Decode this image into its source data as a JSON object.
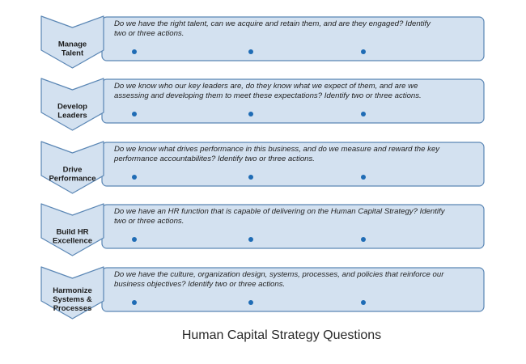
{
  "colors": {
    "chevron_fill": "#d3e1f0",
    "chevron_stroke": "#5b87b5",
    "box_fill": "#d3e1f0",
    "box_stroke": "#5b87b5",
    "bullet": "#1f6cb5",
    "text": "#1f1f1f"
  },
  "steps": [
    {
      "label_lines": [
        "Manage",
        "Talent"
      ],
      "question_lines": [
        "Do we have the right talent, can we acquire and retain them, and are they engaged? Identify",
        "two or three actions."
      ],
      "bullet_count": 3
    },
    {
      "label_lines": [
        "Develop",
        "Leaders"
      ],
      "question_lines": [
        "Do we know who our key leaders are, do they know what we expect of them, and are we",
        "assessing and developing them to meet these expectations? Identify two or three actions."
      ],
      "bullet_count": 3
    },
    {
      "label_lines": [
        "Drive",
        "Performance"
      ],
      "question_lines": [
        "Do we know what drives performance in this business, and do we measure and reward the key",
        "performance accountabilites? Identify two or three actions."
      ],
      "bullet_count": 3
    },
    {
      "label_lines": [
        "Build HR",
        "Excellence"
      ],
      "question_lines": [
        "Do we have an HR function that is capable of delivering on the Human Capital Strategy? Identify",
        "two or three actions."
      ],
      "bullet_count": 3
    },
    {
      "label_lines": [
        "Harmonize",
        "Systems &",
        "Processes"
      ],
      "question_lines": [
        "Do we have the culture, organization design, systems, processes, and policies that reinforce our",
        "business objectives? Identify two or three actions."
      ],
      "bullet_count": 3
    }
  ],
  "caption": "Human Capital Strategy Questions"
}
